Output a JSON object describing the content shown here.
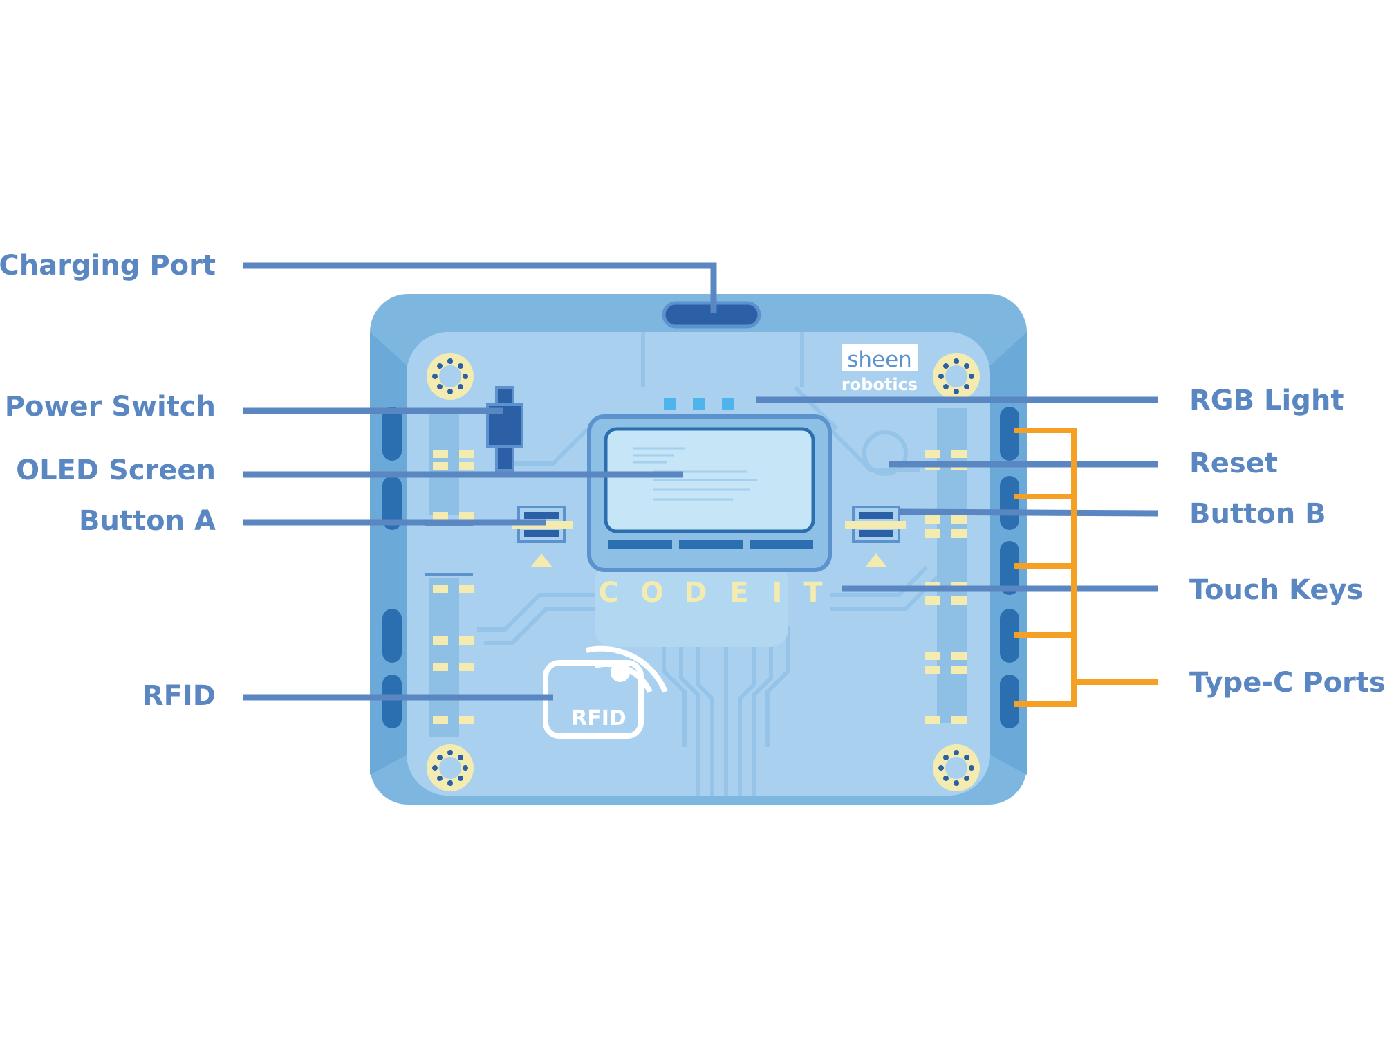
{
  "board": {
    "brand_line1": "sheen",
    "brand_line2": "robotics",
    "model_letters": [
      "C",
      "O",
      "D",
      "E",
      "I",
      "T"
    ],
    "rfid_text": "RFID"
  },
  "labels": {
    "charging_port": "Charging Port",
    "power_switch": "Power Switch",
    "oled_screen": "OLED Screen",
    "button_a": "Button A",
    "rfid": "RFID",
    "rgb_light": "RGB Light",
    "reset": "Reset",
    "button_b": "Button B",
    "touch_keys": "Touch Keys",
    "type_c_ports": "Type-C Ports"
  },
  "colors": {
    "label_text": "#5a86c2",
    "leader_line": "#5a86c2",
    "bracket": "#f4a024",
    "board_outer": "#7db7e0",
    "board_inner": "#a9d1ef",
    "dark_blue": "#2b5fa6",
    "pad_cream": "#f3ebb0"
  }
}
